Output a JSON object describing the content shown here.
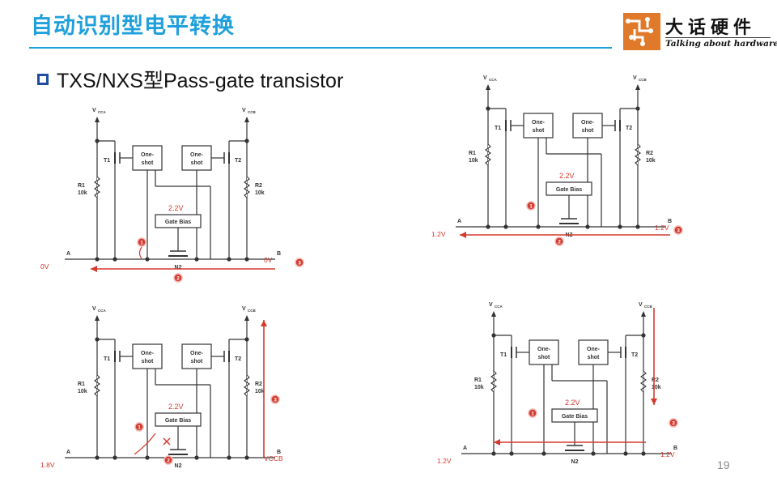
{
  "slide": {
    "title": "自动识别型电平转换",
    "bullet": "TXS/NXS型Pass-gate transistor",
    "page_number": "19"
  },
  "logo": {
    "name": "大话硬件",
    "tagline": "Talking about hardware"
  },
  "colors": {
    "title": "#1fa0dc",
    "annotation": "#d33a2f",
    "wire": "#333333",
    "bullet": "#1f4ea0"
  },
  "circuit_labels": {
    "vcca_main": "V",
    "vcca_sub": "CCA",
    "vccb_main": "V",
    "vccb_sub": "CCB",
    "t1": "T1",
    "t2": "T2",
    "r1": "R1",
    "r2": "R2",
    "resistor_value": "10k",
    "one_shot_line1": "One-",
    "one_shot_line2": "shot",
    "gate_bias": "Gate Bias",
    "n2": "N2",
    "port_a": "A",
    "port_b": "B",
    "bias_voltage": "2.2V",
    "step1": "1",
    "step2": "2",
    "step3": "3"
  },
  "panels": [
    {
      "id": "top-left",
      "a_label": "0V",
      "b_label": "0V"
    },
    {
      "id": "top-right",
      "a_label": "1.2V",
      "b_label": "1.2V"
    },
    {
      "id": "bottom-left",
      "a_label": "1.8V",
      "b_label": "VCCB"
    },
    {
      "id": "bottom-right",
      "a_label": "1.2V",
      "b_label": "1.2V"
    }
  ]
}
